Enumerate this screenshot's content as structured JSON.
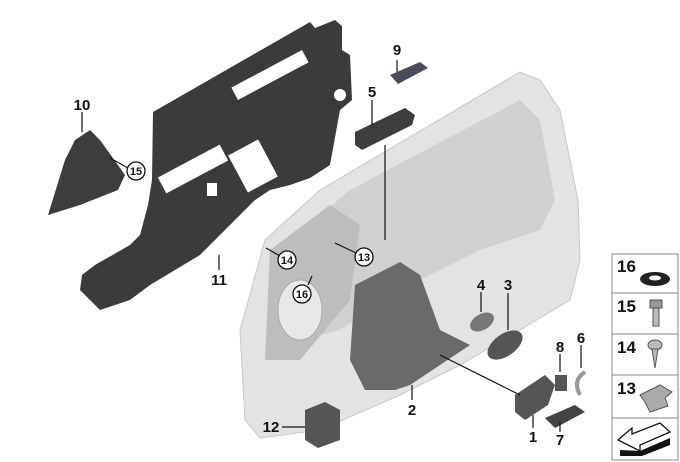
{
  "diagram": {
    "callouts": {
      "p1": "1",
      "p2": "2",
      "p3": "3",
      "p4": "4",
      "p5": "5",
      "p6": "6",
      "p7": "7",
      "p8": "8",
      "p9": "9",
      "p10": "10",
      "p11": "11",
      "p12": "12",
      "c13": "13",
      "c14": "14",
      "c15": "15",
      "c16": "16"
    },
    "legend": [
      "16",
      "15",
      "14",
      "13"
    ]
  }
}
